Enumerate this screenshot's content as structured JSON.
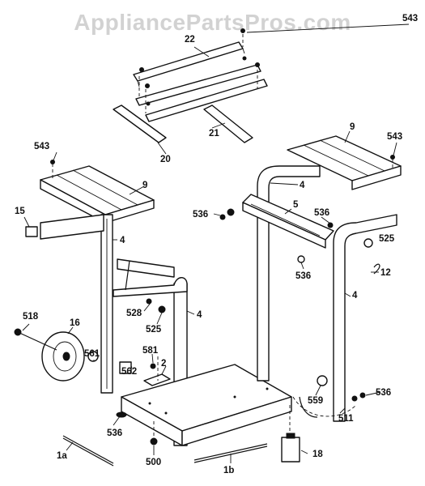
{
  "watermark": "AppliancePartsPros.com",
  "callouts": {
    "c543_top": "543",
    "c22": "22",
    "c20": "20",
    "c21": "21",
    "c543_left": "543",
    "c9_left": "9",
    "c15": "15",
    "c4_left": "4",
    "c9_right": "9",
    "c543_right": "543",
    "c4_right_back": "4",
    "c5": "5",
    "c536_a": "536",
    "c536_b": "536",
    "c536_c": "536",
    "c525_right": "525",
    "c12": "12",
    "c4_right": "4",
    "c4_center": "4",
    "c528": "528",
    "c525_mid": "525",
    "c518": "518",
    "c16": "16",
    "c561": "561",
    "c581": "581",
    "c2": "2",
    "c562": "562",
    "c559": "559",
    "c536_d": "536",
    "c511": "511",
    "c536_e": "536",
    "c500": "500",
    "c18": "18",
    "c1a": "1a",
    "c1b": "1b"
  }
}
